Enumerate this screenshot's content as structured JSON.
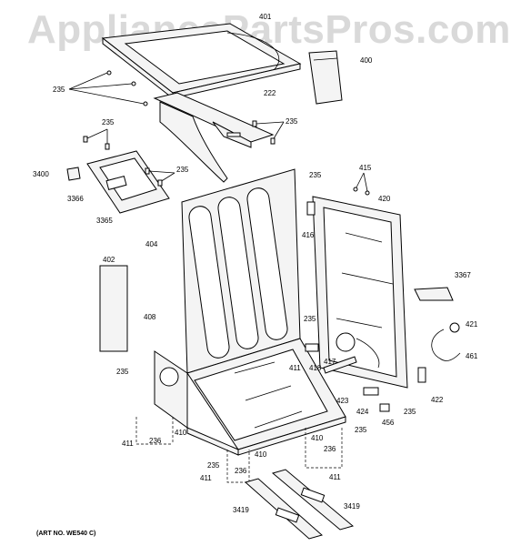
{
  "watermark": "AppliancePartsPros.com",
  "art_number": "(ART NO. WE540 C)",
  "part_labels": [
    {
      "id": "401-top-lid",
      "text": "401"
    },
    {
      "id": "400-panel",
      "text": "400"
    },
    {
      "id": "235-top-left",
      "text": "235"
    },
    {
      "id": "222-bracket",
      "text": "222"
    },
    {
      "id": "235-mid-upper",
      "text": "235"
    },
    {
      "id": "235-right-upper",
      "text": "235"
    },
    {
      "id": "3400-part",
      "text": "3400"
    },
    {
      "id": "235-board",
      "text": "235"
    },
    {
      "id": "3366-part",
      "text": "3366"
    },
    {
      "id": "3365-part",
      "text": "3365"
    },
    {
      "id": "235-cabinet-top",
      "text": "235"
    },
    {
      "id": "415-screws",
      "text": "415"
    },
    {
      "id": "420-back-panel",
      "text": "420"
    },
    {
      "id": "404-cabinet",
      "text": "404"
    },
    {
      "id": "416-part",
      "text": "416"
    },
    {
      "id": "402-panel",
      "text": "402"
    },
    {
      "id": "3367-part",
      "text": "3367"
    },
    {
      "id": "408-part",
      "text": "408"
    },
    {
      "id": "235-center",
      "text": "235"
    },
    {
      "id": "421-cord",
      "text": "421"
    },
    {
      "id": "461-part",
      "text": "461"
    },
    {
      "id": "235-left",
      "text": "235"
    },
    {
      "id": "411-center",
      "text": "411"
    },
    {
      "id": "418-part",
      "text": "418"
    },
    {
      "id": "417-part",
      "text": "417"
    },
    {
      "id": "423-bar",
      "text": "423"
    },
    {
      "id": "422-bracket",
      "text": "422"
    },
    {
      "id": "424-part",
      "text": "424"
    },
    {
      "id": "235-base-right",
      "text": "235"
    },
    {
      "id": "456-part",
      "text": "456"
    },
    {
      "id": "235-base-right-lower",
      "text": "235"
    },
    {
      "id": "411-left",
      "text": "411"
    },
    {
      "id": "236-left",
      "text": "236"
    },
    {
      "id": "410-left",
      "text": "410"
    },
    {
      "id": "410-right",
      "text": "410"
    },
    {
      "id": "236-right",
      "text": "236"
    },
    {
      "id": "235-bottom",
      "text": "235"
    },
    {
      "id": "410-bottom",
      "text": "410"
    },
    {
      "id": "236-bottom",
      "text": "236"
    },
    {
      "id": "411-bottom-left",
      "text": "411"
    },
    {
      "id": "411-bottom-right",
      "text": "411"
    },
    {
      "id": "3419-left",
      "text": "3419"
    },
    {
      "id": "3419-right",
      "text": "3419"
    }
  ]
}
